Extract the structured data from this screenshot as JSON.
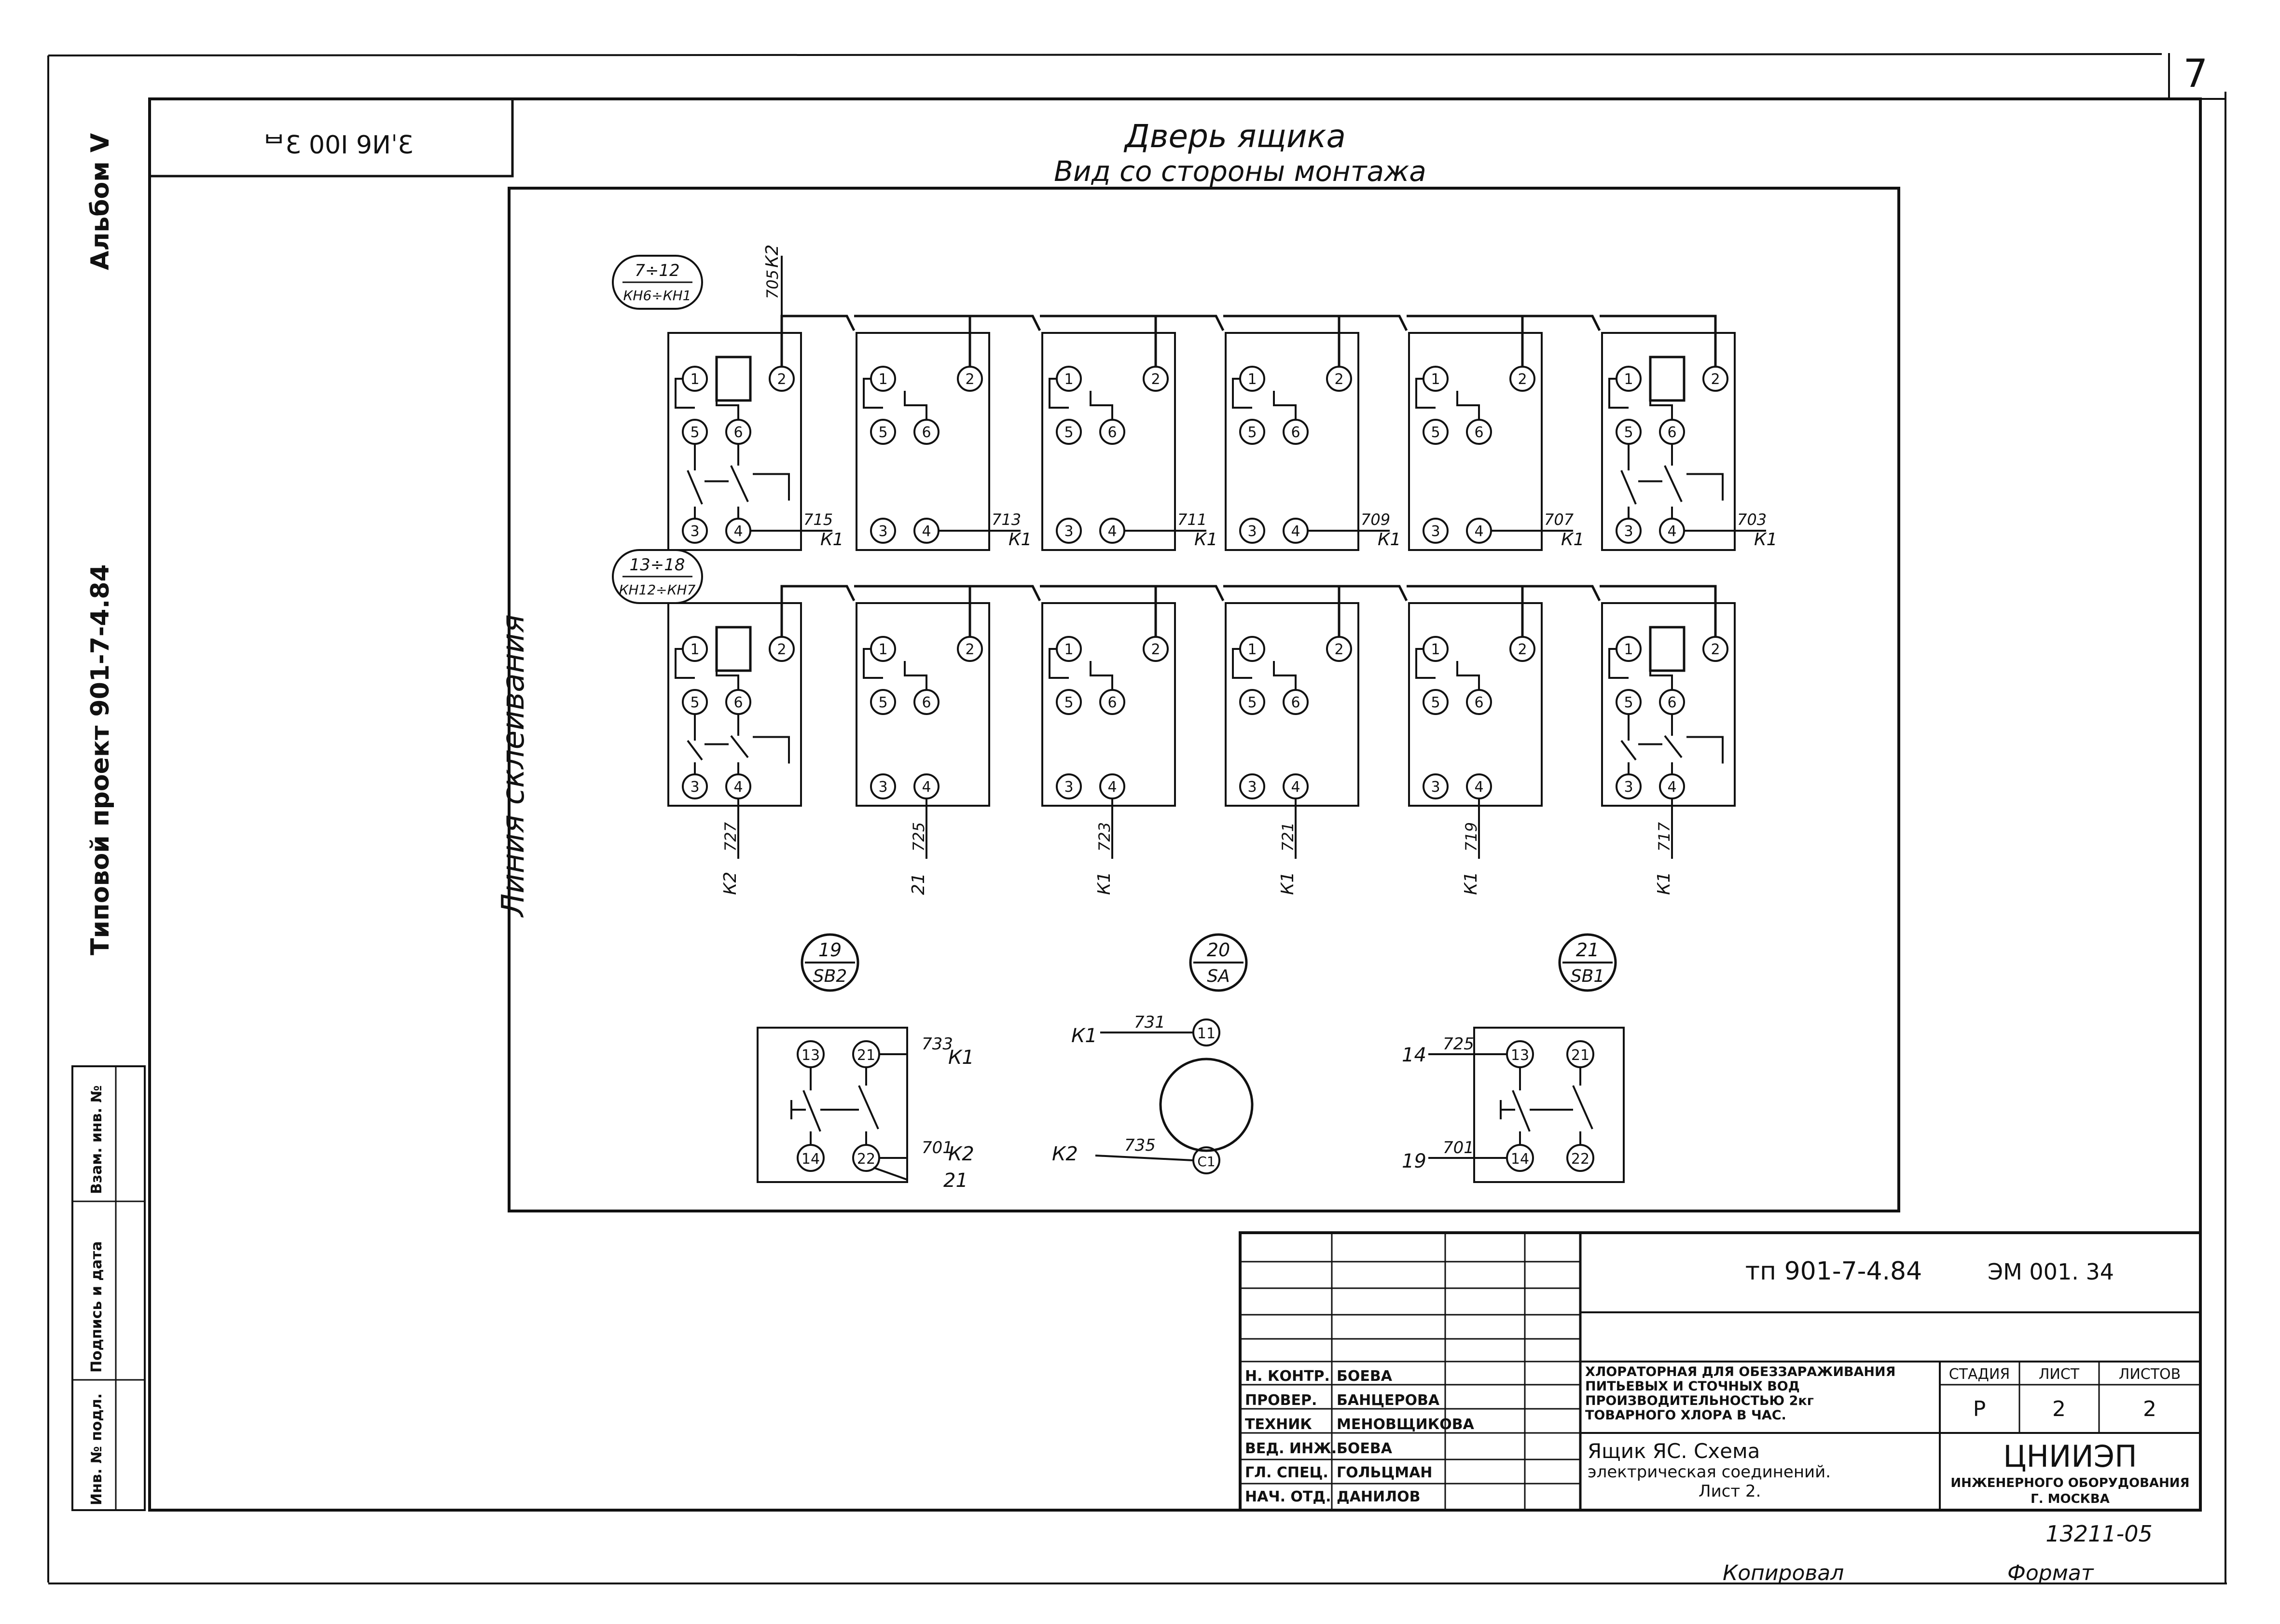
{
  "page_number": "7",
  "corner_code": "ᄇƐ  00I  9ИˈƐ",
  "door": {
    "title": "Дверь ящика",
    "subtitle": "Вид со стороны монтажа"
  },
  "side_labels": {
    "album": "Альбом V",
    "project": "Типовой   проект   901-7-4.84",
    "glue_line": "Линия склеивания"
  },
  "left_stamp": [
    "Инв. № подл.",
    "Подпись и дата",
    "Взам. инв. №"
  ],
  "group_labels": [
    {
      "top": "7÷12",
      "bottom": "КН6÷КН1"
    },
    {
      "top": "13÷18",
      "bottom": "КН12÷КН7"
    }
  ],
  "terminals": [
    "1",
    "2",
    "3",
    "4",
    "5",
    "6"
  ],
  "row1_wires": [
    {
      "num": "715",
      "ref": "К1"
    },
    {
      "num": "713",
      "ref": "К1"
    },
    {
      "num": "711",
      "ref": "К1"
    },
    {
      "num": "709",
      "ref": "К1"
    },
    {
      "num": "707",
      "ref": "К1"
    },
    {
      "num": "703",
      "ref": "К1"
    }
  ],
  "row1_top_wire": {
    "num": "705",
    "ref": "К2"
  },
  "row2_wires": [
    {
      "num": "727",
      "ref": "К2"
    },
    {
      "num": "725",
      "ref": "21"
    },
    {
      "num": "723",
      "ref": "К1"
    },
    {
      "num": "721",
      "ref": "К1"
    },
    {
      "num": "719",
      "ref": "К1"
    },
    {
      "num": "717",
      "ref": "К1"
    }
  ],
  "devices": [
    {
      "num": "19",
      "code": "SB2"
    },
    {
      "num": "20",
      "code": "SA"
    },
    {
      "num": "21",
      "code": "SB1"
    }
  ],
  "sb2": {
    "t13": "13",
    "t21": "21",
    "t14": "14",
    "t22": "22",
    "w_top": "733",
    "w_top_ref": "К1",
    "w_bot": "701",
    "w_bot_ref": "К2",
    "w_bot_ref2": "21"
  },
  "sa": {
    "t11": "11",
    "tc1": "С1",
    "w1": "731",
    "w1_ref": "К1",
    "w2": "735",
    "w2_ref": "К2"
  },
  "sb1": {
    "t13": "13",
    "t21": "21",
    "t14": "14",
    "t22": "22",
    "w_top": "725",
    "w_top_ref": "14",
    "w_bot": "701",
    "w_bot_ref": "19"
  },
  "title_block": {
    "doc_code": "тп  901-7-4.84",
    "sheet_code": "ЭМ 001. 34",
    "staff": [
      {
        "role": "Н. КОНТР.",
        "name": "БОЕВА"
      },
      {
        "role": "ПРОВЕР.",
        "name": "БАНЦЕРОВА"
      },
      {
        "role": "ТЕХНИК",
        "name": "МЕНОВЩИКОВА"
      },
      {
        "role": "ВЕД. ИНЖ.",
        "name": "БОЕВА"
      },
      {
        "role": "ГЛ. СПЕЦ.",
        "name": "ГОЛЬЦМАН"
      },
      {
        "role": "НАЧ. ОТД.",
        "name": "ДАНИЛОВ"
      }
    ],
    "object_lines": [
      "ХЛОРАТОРНАЯ ДЛЯ ОБЕЗЗАРАЖИВАНИЯ",
      "ПИТЬЕВЫХ И СТОЧНЫХ ВОД",
      "ПРОИЗВОДИТЕЛЬНОСТЬЮ 2кг",
      "ТОВАРНОГО ХЛОРА В ЧАС."
    ],
    "sheet_title_lines": [
      "Ящик ЯС. Схема",
      "электрическая соединений.",
      "Лист 2."
    ],
    "stage_header": "СТАДИЯ",
    "sheet_header": "ЛИСТ",
    "sheets_header": "ЛИСТОВ",
    "stage": "Р",
    "sheet": "2",
    "sheets": "2",
    "org": "ЦНИИЭП",
    "org_lines": [
      "ИНЖЕНЕРНОГО ОБОРУДОВАНИЯ",
      "Г. МОСКВА"
    ]
  },
  "inventory_no": "13211-05",
  "footer": {
    "copied": "Копировал",
    "format": "Формат"
  }
}
